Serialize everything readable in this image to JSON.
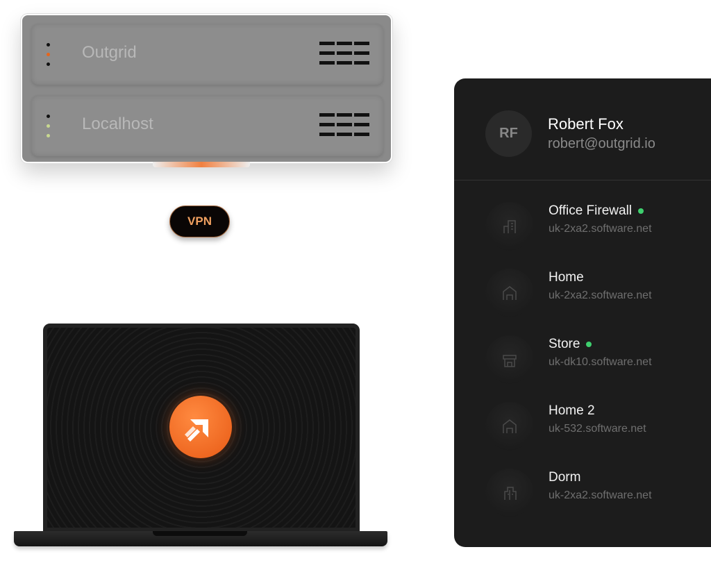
{
  "servers": [
    {
      "name": "Outgrid",
      "leds": [
        "#111111",
        "#e8651a",
        "#111111"
      ]
    },
    {
      "name": "Localhost",
      "leds": [
        "#111111",
        "#c8d890",
        "#c8d890"
      ]
    }
  ],
  "vpn_label": "VPN",
  "user": {
    "initials": "RF",
    "name": "Robert Fox",
    "email": "robert@outgrid.io"
  },
  "colors": {
    "accent": "#f07030",
    "online": "#3ecf6e"
  },
  "devices": [
    {
      "name": "Office Firewall",
      "host": "uk-2xa2.software.net",
      "online": true,
      "icon": "office-building-icon"
    },
    {
      "name": "Home",
      "host": "uk-2xa2.software.net",
      "online": false,
      "icon": "home-icon"
    },
    {
      "name": "Store",
      "host": "uk-dk10.software.net",
      "online": true,
      "icon": "store-icon"
    },
    {
      "name": "Home 2",
      "host": "uk-532.software.net",
      "online": false,
      "icon": "home-icon"
    },
    {
      "name": "Dorm",
      "host": "uk-2xa2.software.net",
      "online": false,
      "icon": "dorm-building-icon"
    }
  ]
}
